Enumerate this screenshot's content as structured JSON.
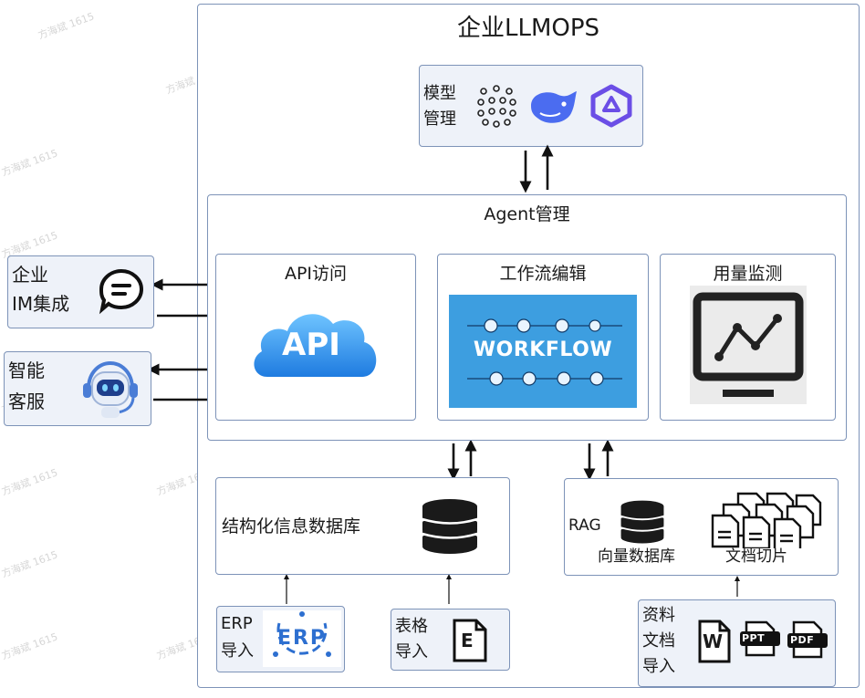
{
  "main_title": "企业LLMOPS",
  "model_mgmt": {
    "label_line1": "模型",
    "label_line2": "管理"
  },
  "agent_mgmt": {
    "title": "Agent管理",
    "api": {
      "title": "API访问",
      "cloud_text": "API"
    },
    "workflow": {
      "title": "工作流编辑",
      "banner_text": "WORKFLOW"
    },
    "usage": {
      "title": "用量监测"
    }
  },
  "clients": {
    "im": {
      "line1": "企业",
      "line2": "IM集成"
    },
    "service": {
      "line1": "智能",
      "line2": "客服"
    }
  },
  "structured_db": {
    "label": "结构化信息数据库"
  },
  "rag": {
    "label": "RAG",
    "vector_db": "向量数据库",
    "chunking": "文档切片"
  },
  "imports": {
    "erp": {
      "line1": "ERP",
      "line2": "导入",
      "logo_text": "ERP"
    },
    "table": {
      "line1": "表格",
      "line2": "导入",
      "icon_letter": "E"
    },
    "docs": {
      "line1": "资料",
      "line2": "文档",
      "line3": "导入",
      "word_letter": "W",
      "ppt_text": "PPT",
      "pdf_text": "PDF"
    }
  },
  "watermark": "方海斌 1615",
  "colors": {
    "border": "#7d93b8",
    "panel": "#eef2f9",
    "api_blue": "#2f8ff0",
    "workflow_bg": "#3d9ee0"
  }
}
